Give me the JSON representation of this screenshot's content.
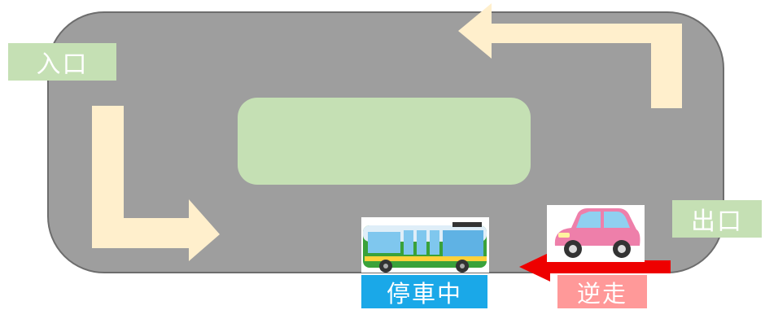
{
  "labels": {
    "entrance": "入口",
    "exit": "出口",
    "bus_status": "停車中",
    "wrong_way": "逆走"
  },
  "icons": {
    "bus": "bus-icon",
    "car": "car-icon",
    "flow_arrow": "arrow-icon",
    "wrong_way_arrow": "arrow-left-icon"
  },
  "colors": {
    "road": "#9e9e9e",
    "island": "#c5e0b4",
    "label_green": "#c5e0b4",
    "flow_arrow": "#ffefcc",
    "bus_label_bg": "#1aa8e8",
    "wrong_way_bg": "#ff9999",
    "wrong_way_arrow": "#ee0000"
  }
}
